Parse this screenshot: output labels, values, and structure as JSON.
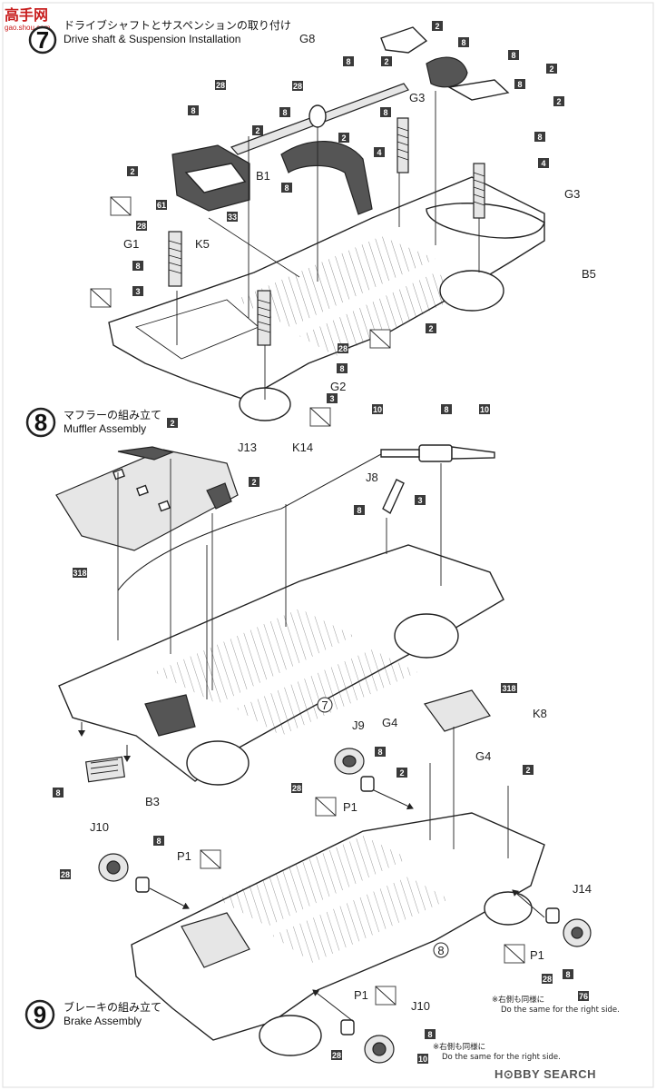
{
  "watermark_top": {
    "logo": "高手网",
    "url": "gao.shou.com"
  },
  "steps": [
    {
      "number": "7",
      "title_jp": "ドライブシャフトとサスペンションの取り付け",
      "title_en": "Drive shaft & Suspension Installation"
    },
    {
      "number": "8",
      "title_jp": "マフラーの組み立て",
      "title_en": "Muffler Assembly"
    },
    {
      "number": "9",
      "title_jp": "ブレーキの組み立て",
      "title_en": "Brake Assembly"
    }
  ],
  "step7_labels": {
    "g8": "G8",
    "g3a": "G3",
    "g3b": "G3",
    "b1": "B1",
    "k5": "K5",
    "g1": "G1",
    "b5": "B5",
    "g2": "G2"
  },
  "step7_tags": [
    "2",
    "8",
    "2",
    "8",
    "8",
    "2",
    "8",
    "28",
    "28",
    "8",
    "2",
    "2",
    "8",
    "4",
    "8",
    "2",
    "8",
    "61",
    "33",
    "28",
    "8",
    "3",
    "28",
    "8",
    "2",
    "2",
    "3",
    "4",
    "8"
  ],
  "step8_labels": {
    "j13": "J13",
    "k14": "K14",
    "j8": "J8",
    "b3": "B3",
    "seven": "7"
  },
  "step8_tags": [
    "2",
    "10",
    "8",
    "10",
    "2",
    "3",
    "8",
    "318",
    "8"
  ],
  "step9_labels": {
    "j9": "J9",
    "g4a": "G4",
    "g4b": "G4",
    "p1a": "P1",
    "j10a": "J10",
    "p1b": "P1",
    "k8": "K8",
    "j14": "J14",
    "p1c": "P1",
    "p1d": "P1",
    "j10b": "J10",
    "eight": "8"
  },
  "step9_tags": [
    "318",
    "8",
    "2",
    "2",
    "28",
    "8",
    "28",
    "8",
    "28",
    "76",
    "8",
    "28",
    "10"
  ],
  "notes": [
    {
      "jp": "※右側も同様に",
      "en": "Do the same for the right side."
    },
    {
      "jp": "※右側も同様に",
      "en": "Do the same for the right side."
    }
  ],
  "brand_watermark": "H⊙BBY SEARCH"
}
